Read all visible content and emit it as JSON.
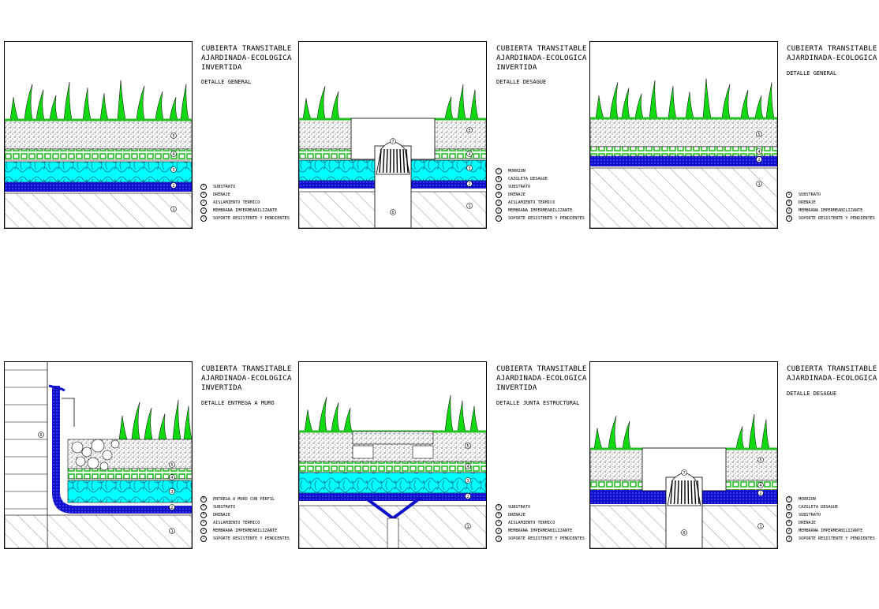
{
  "colors": {
    "grass": "#11d911",
    "drain": "#22c022",
    "insulation": "#00ffff",
    "membrane": "#1010cc",
    "ink": "#000000"
  },
  "panels": [
    {
      "id": "p1",
      "title": [
        "CUBIERTA TRANSITABLE",
        "AJARDINADA-ECOLOGICA",
        "INVERTIDA"
      ],
      "subtitle": "DETALLE GENERAL",
      "type": "general",
      "legend": [
        {
          "n": "5",
          "t": "SUBSTRATO"
        },
        {
          "n": "4",
          "t": "DRENAJE"
        },
        {
          "n": "3",
          "t": "AISLAMIENTO TERMICO"
        },
        {
          "n": "2",
          "t": "MEMBRANA IMPERMEABILIZANTE"
        },
        {
          "n": "1",
          "t": "SOPORTE RESISTENTE Y PENDIENTES"
        }
      ]
    },
    {
      "id": "p2",
      "title": [
        "CUBIERTA TRANSITABLE",
        "AJARDINADA-ECOLOGICA",
        "INVERTIDA"
      ],
      "subtitle": "DETALLE DESAGUE",
      "type": "drain",
      "legend": [
        {
          "n": "7",
          "t": "MORRION"
        },
        {
          "n": "6",
          "t": "CAZOLETA DESAGUE"
        },
        {
          "n": "5",
          "t": "SUBSTRATO"
        },
        {
          "n": "4",
          "t": "DRENAJE"
        },
        {
          "n": "3",
          "t": "AISLAMIENTO TERMICO"
        },
        {
          "n": "2",
          "t": "MEMBRANA IMPERMEABILIZANTE"
        },
        {
          "n": "1",
          "t": "SOPORTE RESISTENTE Y PENDIENTES"
        }
      ]
    },
    {
      "id": "p3",
      "title": [
        "CUBIERTA TRANSITABLE",
        "AJARDINADA-ECOLOGICA"
      ],
      "subtitle": "DETALLE GENERAL",
      "type": "general-noins",
      "legend": [
        {
          "n": "5",
          "t": "SUBSTRATO"
        },
        {
          "n": "4",
          "t": "DRENAJE"
        },
        {
          "n": "2",
          "t": "MEMBRANA IMPERMEABILIZANTE"
        },
        {
          "n": "1",
          "t": "SOPORTE RESISTENTE Y PENDIENTES"
        }
      ]
    },
    {
      "id": "p4",
      "title": [
        "CUBIERTA TRANSITABLE",
        "AJARDINADA-ECOLOGICA",
        "INVERTIDA"
      ],
      "subtitle": "DETALLE ENTREGA A MURO",
      "type": "wall",
      "legend": [
        {
          "n": "6",
          "t": "ENTREGA A MURO CON PERFIL"
        },
        {
          "n": "5",
          "t": "SUBSTRATO"
        },
        {
          "n": "4",
          "t": "DRENAJE"
        },
        {
          "n": "3",
          "t": "AISLAMIENTO TERMICO"
        },
        {
          "n": "2",
          "t": "MEMBRANA IMPERMEABILIZANTE"
        },
        {
          "n": "1",
          "t": "SOPORTE RESISTENTE Y PENDIENTES"
        }
      ]
    },
    {
      "id": "p5",
      "title": [
        "CUBIERTA TRANSITABLE",
        "AJARDINADA-ECOLOGICA",
        "INVERTIDA"
      ],
      "subtitle": "DETALLE JUNTA ESTRUCTURAL",
      "type": "joint",
      "legend": [
        {
          "n": "5",
          "t": "SUBSTRATO"
        },
        {
          "n": "4",
          "t": "DRENAJE"
        },
        {
          "n": "3",
          "t": "AISLAMIENTO TERMICO"
        },
        {
          "n": "2",
          "t": "MEMBRANA IMPERMEABILIZANTE"
        },
        {
          "n": "1",
          "t": "SOPORTE RESISTENTE Y PENDIENTES"
        }
      ]
    },
    {
      "id": "p6",
      "title": [
        "CUBIERTA TRANSITABLE",
        "AJARDINADA-ECOLOGICA"
      ],
      "subtitle": "DETALLE DESAGUE",
      "type": "drain-noins",
      "legend": [
        {
          "n": "7",
          "t": "MORRION"
        },
        {
          "n": "6",
          "t": "CAZOLETA DESAGUE"
        },
        {
          "n": "5",
          "t": "SUBSTRATO"
        },
        {
          "n": "4",
          "t": "DRENAJE"
        },
        {
          "n": "2",
          "t": "MEMBRANA IMPERMEABILIZANTE"
        },
        {
          "n": "1",
          "t": "SOPORTE RESISTENTE Y PENDIENTES"
        }
      ]
    }
  ]
}
